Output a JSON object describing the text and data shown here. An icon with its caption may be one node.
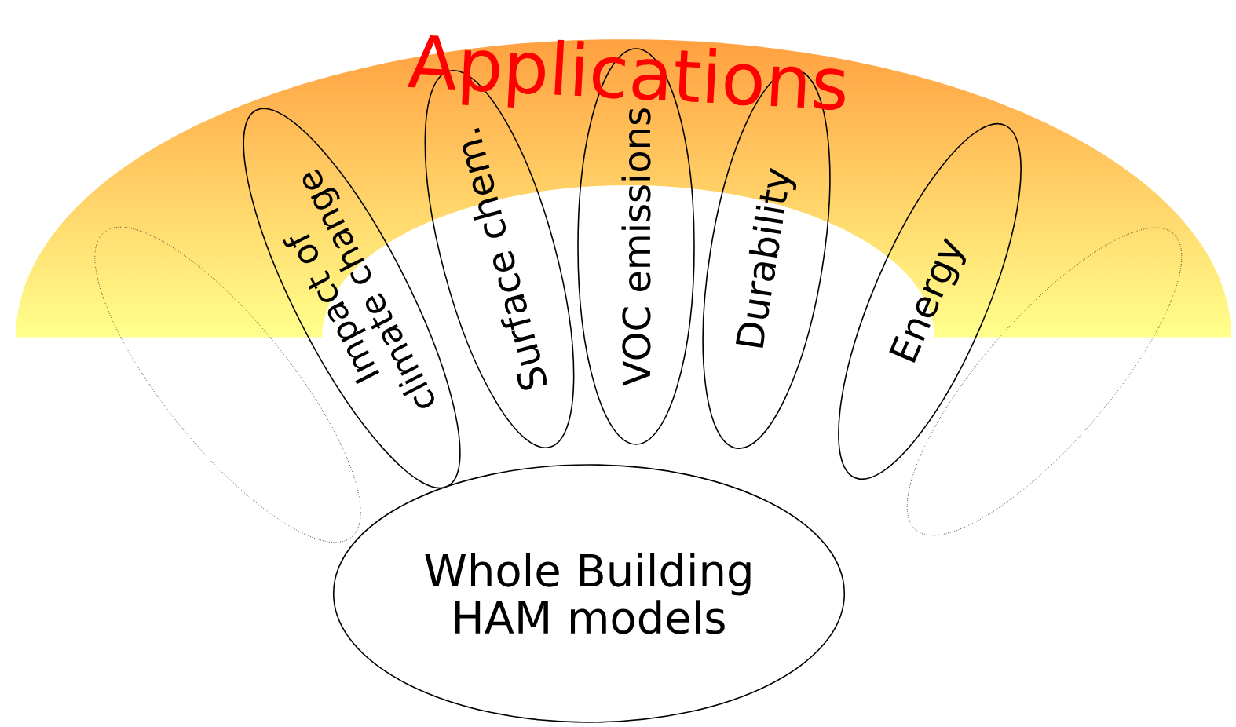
{
  "diagram": {
    "title": "Applications",
    "nodes": [
      {
        "text": [],
        "shape": "ellipse"
      },
      {
        "text": [
          "Impact of climate change"
        ]
      },
      {
        "text": [
          "Surface chem."
        ]
      },
      {
        "text": [
          "VOC emissions"
        ]
      },
      {
        "text": [
          "Durability"
        ]
      },
      {
        "text": [
          "Energy"
        ]
      },
      {
        "text": [],
        "shape": "ellipse"
      },
      {
        "text": [
          "Whole Building HAM models"
        ]
      }
    ]
  }
}
